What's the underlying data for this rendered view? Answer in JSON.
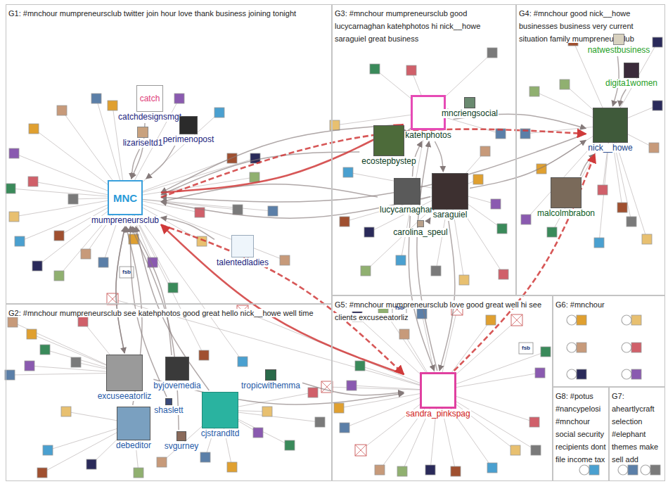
{
  "diagram": {
    "nodes": [
      {
        "text": [
          "G1: #mnchour mumpreneursclub twitter join hour love thank business joining tonight"
        ]
      },
      {
        "text": [
          "catchdesignsmgt"
        ],
        "in": 0
      },
      {
        "text": [
          "lizariseltd1"
        ],
        "in": 0
      },
      {
        "text": [
          "perimenopost"
        ],
        "in": 0
      },
      {
        "text": [
          "mumpreneursclub"
        ],
        "in": 0
      },
      {
        "text": [
          "talentedladies"
        ],
        "in": 0
      },
      {
        "text": [
          "G3: #mnchour mumpreneursclub good lucycarnaghan katehphotos hi nick__howe saraguiel great business"
        ]
      },
      {
        "text": [
          "katehphotos"
        ],
        "in": 6
      },
      {
        "text": [
          "mncriengsocial"
        ],
        "in": 6
      },
      {
        "text": [
          "ecostepbystep"
        ],
        "in": 6
      },
      {
        "text": [
          "lucycarnaghan"
        ],
        "in": 6
      },
      {
        "text": [
          "saraguiel"
        ],
        "in": 6
      },
      {
        "text": [
          "carolina_speul"
        ],
        "in": 6
      },
      {
        "text": [
          "G4: #mnchour good nick__howe businesses business very current situation family mumpreneursclub"
        ]
      },
      {
        "text": [
          "natwestbusiness"
        ],
        "in": 13
      },
      {
        "text": [
          "digita1women"
        ],
        "in": 13
      },
      {
        "text": [
          "nick__howe"
        ],
        "in": 13
      },
      {
        "text": [
          "malcolmbrabon"
        ],
        "in": 13
      },
      {
        "text": [
          "G2: #mnchour mumpreneursclub see katehphotos good great hello nick__howe well time"
        ]
      },
      {
        "text": [
          "excuseeatorliz"
        ],
        "in": 18
      },
      {
        "text": [
          "byjovemedia"
        ],
        "in": 18
      },
      {
        "text": [
          "tropicwithemma"
        ],
        "in": 18
      },
      {
        "text": [
          "shaslett"
        ],
        "in": 18
      },
      {
        "text": [
          "cjstrandltd"
        ],
        "in": 18
      },
      {
        "text": [
          "debeditor"
        ],
        "in": 18
      },
      {
        "text": [
          "svgurney"
        ],
        "in": 18
      },
      {
        "text": [
          "G5: #mnchour mumpreneursclub love good great well hi see clients excuseeatorliz"
        ]
      },
      {
        "text": [
          "sandra_pinkspag"
        ],
        "in": 26
      },
      {
        "text": [
          "G6: #mnchour"
        ]
      },
      {
        "text": [
          "G8: #potus #nancypelosi #mnchour social security recipients dont file income tax"
        ]
      },
      {
        "text": [
          "G7: aheartlycraft selection #elephant themes make sell add"
        ]
      }
    ],
    "edges": [
      {
        "from": 1,
        "to": 4,
        "arrow": "to"
      },
      {
        "from": 2,
        "to": 4,
        "arrow": "to"
      },
      {
        "from": 3,
        "to": 4,
        "arrow": "to"
      },
      {
        "from": 5,
        "to": 4,
        "arrow": "to"
      },
      {
        "from": 19,
        "to": 4,
        "arrow": "to"
      },
      {
        "from": 20,
        "to": 4,
        "arrow": "to"
      },
      {
        "from": 23,
        "to": 4,
        "arrow": "to"
      },
      {
        "from": 24,
        "to": 4,
        "arrow": "to"
      },
      {
        "from": 27,
        "to": 4,
        "arrow": "to"
      },
      {
        "from": 7,
        "to": 4,
        "arrow": "to"
      },
      {
        "from": 11,
        "to": 4,
        "arrow": "to"
      },
      {
        "from": 10,
        "to": 4,
        "arrow": "to"
      },
      {
        "from": 16,
        "to": 4,
        "arrow": "to"
      },
      {
        "from": 9,
        "to": 4,
        "arrow": "to"
      },
      {
        "from": 4,
        "to": 27,
        "arrow": "to"
      },
      {
        "from": 4,
        "to": 7,
        "arrow": "to"
      },
      {
        "from": 4,
        "to": 16,
        "arrow": "to"
      },
      {
        "from": 4,
        "to": 19,
        "arrow": "to"
      },
      {
        "from": 14,
        "to": 16,
        "arrow": "to"
      },
      {
        "from": 15,
        "to": 16,
        "arrow": "to"
      },
      {
        "from": 17,
        "to": 16,
        "arrow": "to"
      },
      {
        "from": 11,
        "to": 16,
        "arrow": "to"
      },
      {
        "from": 7,
        "to": 16,
        "arrow": "to"
      },
      {
        "from": 27,
        "to": 16,
        "arrow": "to"
      },
      {
        "from": 27,
        "to": 7,
        "arrow": "to"
      },
      {
        "from": 19,
        "to": 27,
        "arrow": "to"
      },
      {
        "from": 11,
        "to": 27,
        "arrow": "to"
      },
      {
        "from": 10,
        "to": 27,
        "arrow": "to"
      },
      {
        "from": 10,
        "to": 7,
        "arrow": "to"
      },
      {
        "from": 9,
        "to": 7,
        "arrow": "to"
      },
      {
        "from": 7,
        "to": 11,
        "arrow": "to"
      },
      {
        "from": 21,
        "to": 27,
        "arrow": "to"
      },
      {
        "from": 22,
        "to": 4,
        "arrow": "to"
      },
      {
        "from": 25,
        "to": 4,
        "arrow": "to"
      },
      {
        "from": 8,
        "to": 7,
        "arrow": "to"
      },
      {
        "from": 12,
        "to": 11,
        "arrow": "to"
      }
    ],
    "labels": [
      "MNC",
      "catch",
      "fsb",
      "fsb",
      "fsb"
    ]
  }
}
